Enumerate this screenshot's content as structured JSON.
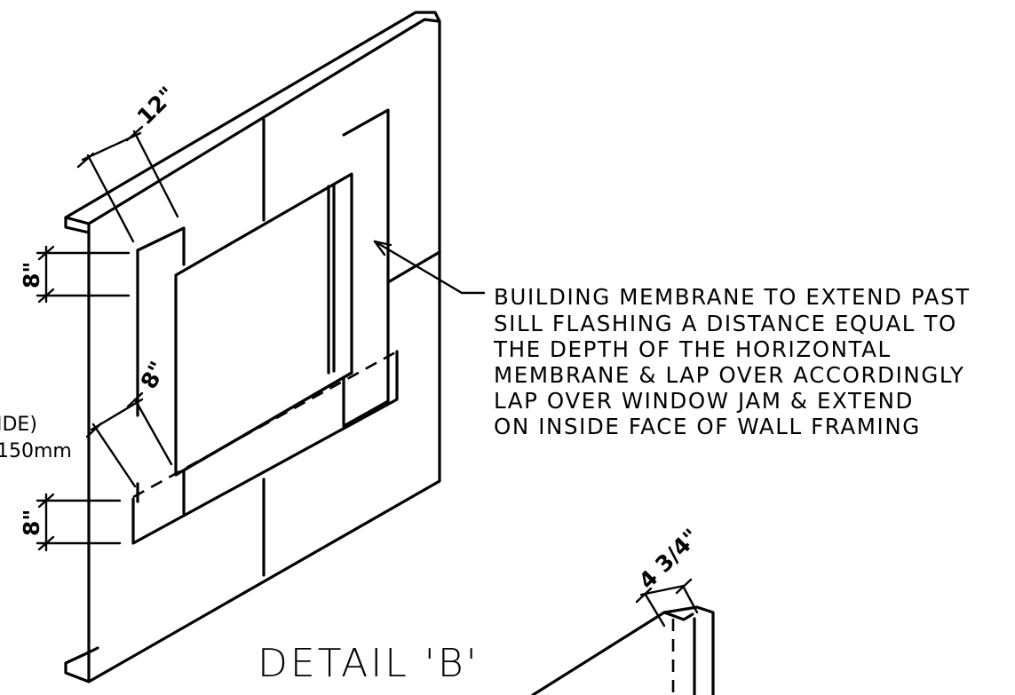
{
  "dimensions": {
    "top_width": "12\"",
    "upper_left_height": "8\"",
    "middle": "8\"",
    "lower_left_height": "8\"",
    "lower_right_detail": "4 3/4\""
  },
  "note": {
    "lines": [
      "BUILDING MEMBRANE TO EXTEND PAST",
      "SILL FLASHING A DISTANCE EQUAL TO",
      "THE DEPTH OF THE HORIZONTAL",
      "MEMBRANE & LAP OVER ACCORDINGLY",
      "LAP OVER WINDOW JAM & EXTEND",
      "ON INSIDE FACE OF WALL FRAMING"
    ]
  },
  "left_fragment": {
    "lines": [
      "IDE)",
      "150mm"
    ]
  },
  "title": "DETAIL 'B'"
}
